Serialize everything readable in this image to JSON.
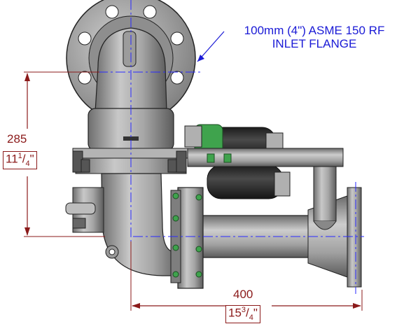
{
  "callout": {
    "line1": "100mm (4\") ASME 150 RF",
    "line2": "INLET FLANGE"
  },
  "dim_vertical": {
    "value": "285",
    "whole": "11",
    "num": "1",
    "den": "4",
    "unit": "\""
  },
  "dim_horizontal": {
    "value": "400",
    "whole": "15",
    "num": "3",
    "den": "4",
    "unit": "\""
  },
  "colors": {
    "dimension": "#8b1a1a",
    "callout": "#1a1ad6",
    "centerline": "#2a2aff",
    "metal": "#9a9a9a",
    "hose": "#2b2b2b",
    "green": "#3fa34d"
  }
}
